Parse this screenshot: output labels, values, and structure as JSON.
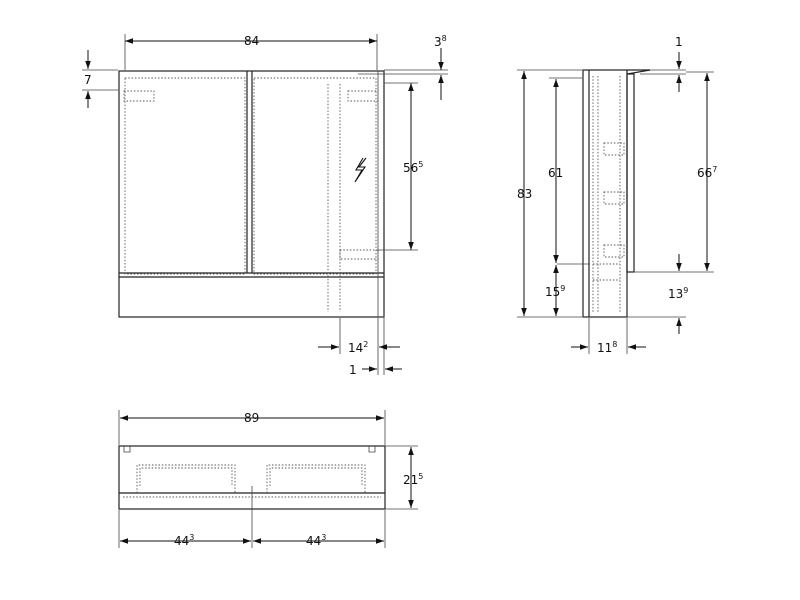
{
  "front_view": {
    "width": {
      "main": "84",
      "sup": ""
    },
    "top_offset": {
      "main": "3",
      "sup": "8"
    },
    "top_gap": {
      "main": "7",
      "sup": ""
    },
    "door_height": {
      "main": "56",
      "sup": "5"
    },
    "shelf_depth": {
      "main": "14",
      "sup": "2"
    },
    "edge": {
      "main": "1",
      "sup": ""
    }
  },
  "side_view": {
    "total_height": {
      "main": "83",
      "sup": ""
    },
    "inner_height": {
      "main": "61",
      "sup": ""
    },
    "lower_height": {
      "main": "15",
      "sup": "9"
    },
    "top_thickness": {
      "main": "1",
      "sup": ""
    },
    "door_height": {
      "main": "66",
      "sup": "7"
    },
    "bottom_offset": {
      "main": "13",
      "sup": "9"
    },
    "depth": {
      "main": "11",
      "sup": "8"
    }
  },
  "top_view": {
    "overall_width": {
      "main": "89",
      "sup": ""
    },
    "depth": {
      "main": "21",
      "sup": "5"
    },
    "left_half": {
      "main": "44",
      "sup": "3"
    },
    "right_half": {
      "main": "44",
      "sup": "3"
    }
  },
  "icons": {
    "socket": "lightning-icon"
  }
}
